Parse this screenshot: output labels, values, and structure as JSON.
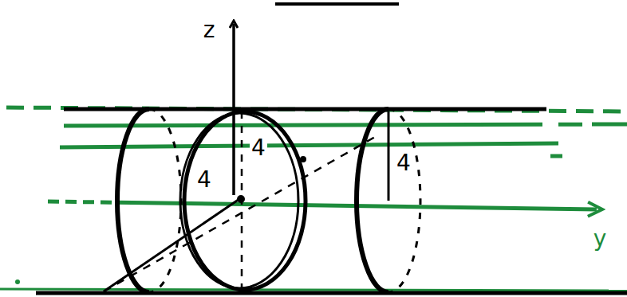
{
  "diagram": {
    "labels": [
      "z",
      "4",
      "4",
      "4",
      "y"
    ]
  }
}
